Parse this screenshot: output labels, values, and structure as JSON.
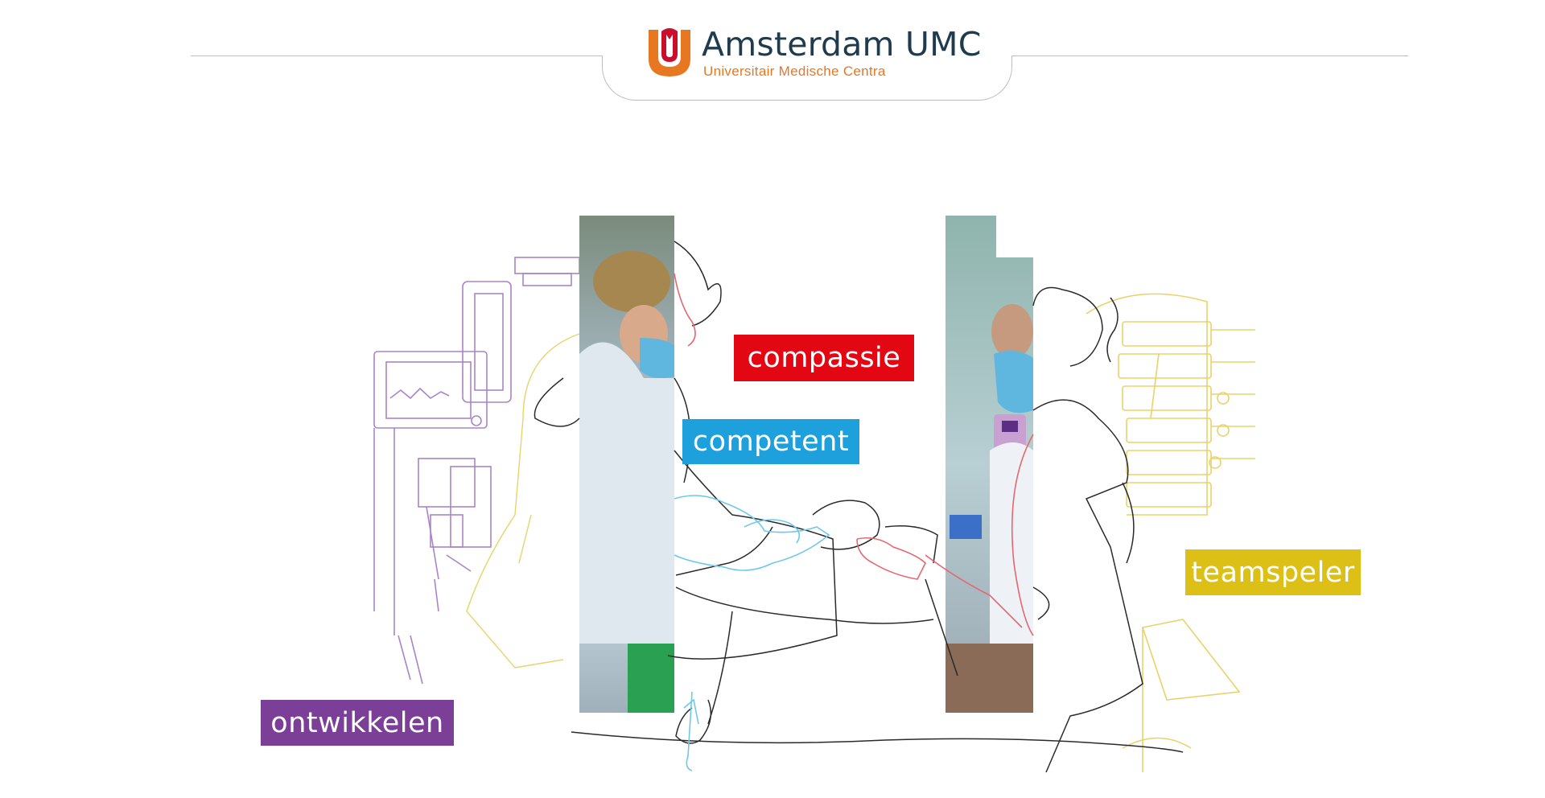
{
  "brand": {
    "name": "Amsterdam UMC",
    "subtitle": "Universitair Medische Centra",
    "colors": {
      "orange": "#e87722",
      "red": "#c8102e",
      "navy": "#1f3b4d"
    }
  },
  "values": [
    {
      "label": "compassie",
      "color": "#e30613"
    },
    {
      "label": "competent",
      "color": "#1ea0dc"
    },
    {
      "label": "teamspeler",
      "color": "#dcc015"
    },
    {
      "label": "ontwikkelen",
      "color": "#7c3f98"
    }
  ],
  "illustration": {
    "icons": [
      "medical-monitor-icon",
      "infusion-pump-icon",
      "nurse-figure",
      "patient-figure"
    ],
    "line_colors": {
      "purple": "#a885c6",
      "yellow": "#e8d36a",
      "cyan": "#6fc8ea",
      "red": "#e6666f",
      "black": "#2a2a2a"
    }
  }
}
